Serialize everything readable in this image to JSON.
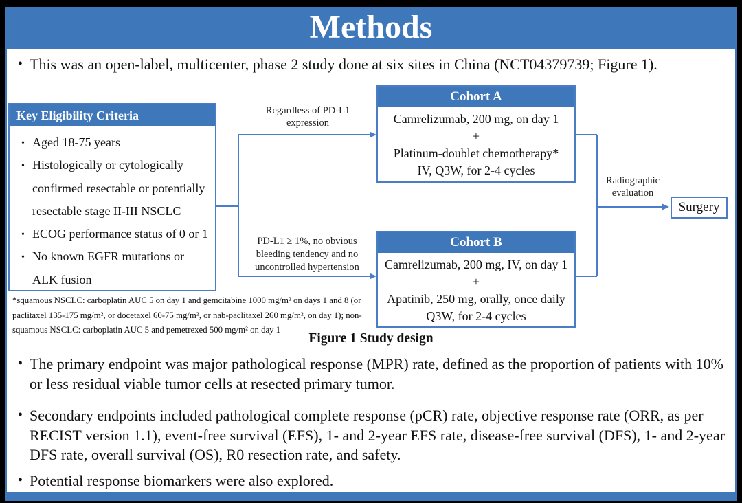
{
  "slide": {
    "title": "Methods"
  },
  "intro_bullet": "This was an open-label, multicenter, phase 2 study done at six sites in China (NCT04379739; Figure 1).",
  "figure": {
    "eligibility": {
      "header": "Key Eligibility Criteria",
      "items": [
        [
          "Aged 18-75 years"
        ],
        [
          "Histologically or cytologically",
          "confirmed resectable or potentially",
          "resectable stage II-III NSCLC"
        ],
        [
          "ECOG performance status of 0 or 1"
        ],
        [
          "No known EGFR mutations or",
          "ALK fusion"
        ]
      ]
    },
    "branch_top": [
      "Regardless of PD-L1",
      "expression"
    ],
    "branch_bottom": [
      "PD-L1 ≥ 1%, no obvious",
      "bleeding tendency and no",
      "uncontrolled hypertension"
    ],
    "cohort_a": {
      "header": "Cohort A",
      "lines": [
        "Camrelizumab, 200 mg, on day 1",
        "+",
        "Platinum-doublet chemotherapy*",
        "IV, Q3W, for 2-4 cycles"
      ]
    },
    "cohort_b": {
      "header": "Cohort B",
      "lines": [
        "Camrelizumab, 200 mg, IV, on day 1",
        "+",
        "Apatinib, 250 mg, orally, once daily",
        "Q3W, for 2-4 cycles"
      ]
    },
    "radiographic": [
      "Radiographic",
      "evaluation"
    ],
    "surgery": "Surgery",
    "footnote": "*squamous NSCLC: carboplatin AUC 5 on day 1 and gemcitabine 1000 mg/m² on days 1 and 8 (or paclitaxel 135-175 mg/m², or docetaxel 60-75 mg/m², or nab-paclitaxel 260 mg/m², on day 1); non-squamous NSCLC: carboplatin AUC 5 and pemetrexed 500 mg/m² on day 1",
    "caption": "Figure 1 Study design"
  },
  "endpoint_bullets": [
    "The primary endpoint was major pathological response (MPR) rate, defined as the proportion of patients with 10% or less residual viable tumor cells at resected primary tumor.",
    "Secondary endpoints included pathological complete response (pCR) rate, objective response rate (ORR, as per RECIST version 1.1), event-free survival (EFS), 1- and 2-year EFS rate, disease-free survival (DFS), 1- and 2-year DFS rate, overall survival (OS), R0 resection rate, and safety.",
    "Potential response biomarkers were also explored."
  ],
  "colors": {
    "accent_blue": "#3f77bb",
    "box_border_blue": "#4a7ec4",
    "connector_blue": "#4a7ecc",
    "background_black": "#000000",
    "slide_white": "#ffffff",
    "text_black": "#111111"
  }
}
